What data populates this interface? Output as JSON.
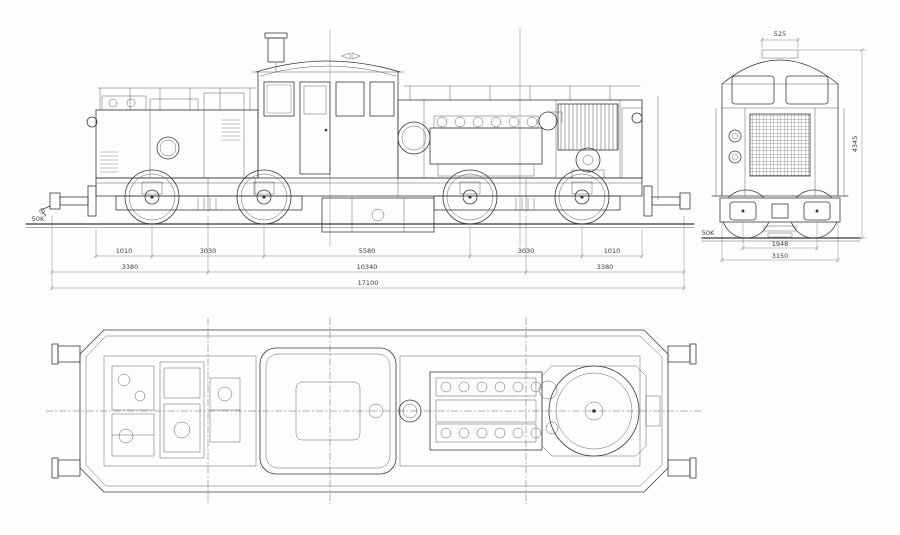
{
  "labels": {
    "gauge_side": "50K",
    "gauge_front": "50K"
  },
  "dims": {
    "side_row1": [
      "1010",
      "3030",
      "5580",
      "3030",
      "1010"
    ],
    "side_row2": [
      "3380",
      "10340",
      "3380"
    ],
    "side_row3": [
      "17100"
    ],
    "front_top": "525",
    "front_height": "4345",
    "front_row1": "1948",
    "front_row2": "3150"
  }
}
